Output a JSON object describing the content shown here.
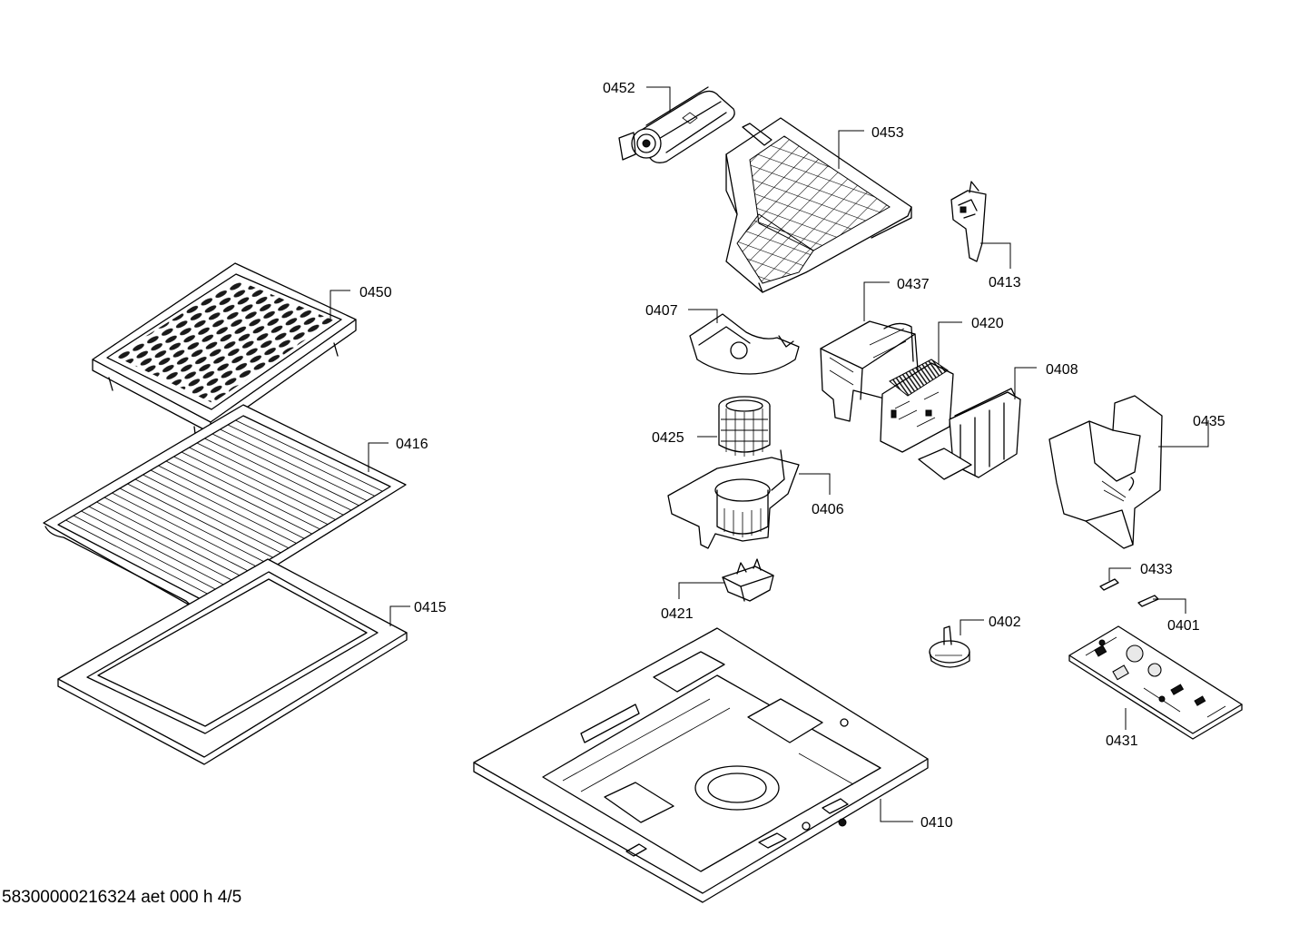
{
  "document_id": "58300000216324 aet 000 h 4/5",
  "part_labels": {
    "p0452": "0452",
    "p0453": "0453",
    "p0413": "0413",
    "p0450": "0450",
    "p0437": "0437",
    "p0407": "0407",
    "p0420": "0420",
    "p0408": "0408",
    "p0435": "0435",
    "p0416": "0416",
    "p0425": "0425",
    "p0406": "0406",
    "p0415": "0415",
    "p0433": "0433",
    "p0421": "0421",
    "p0402": "0402",
    "p0401": "0401",
    "p0431": "0431",
    "p0410": "0410"
  }
}
